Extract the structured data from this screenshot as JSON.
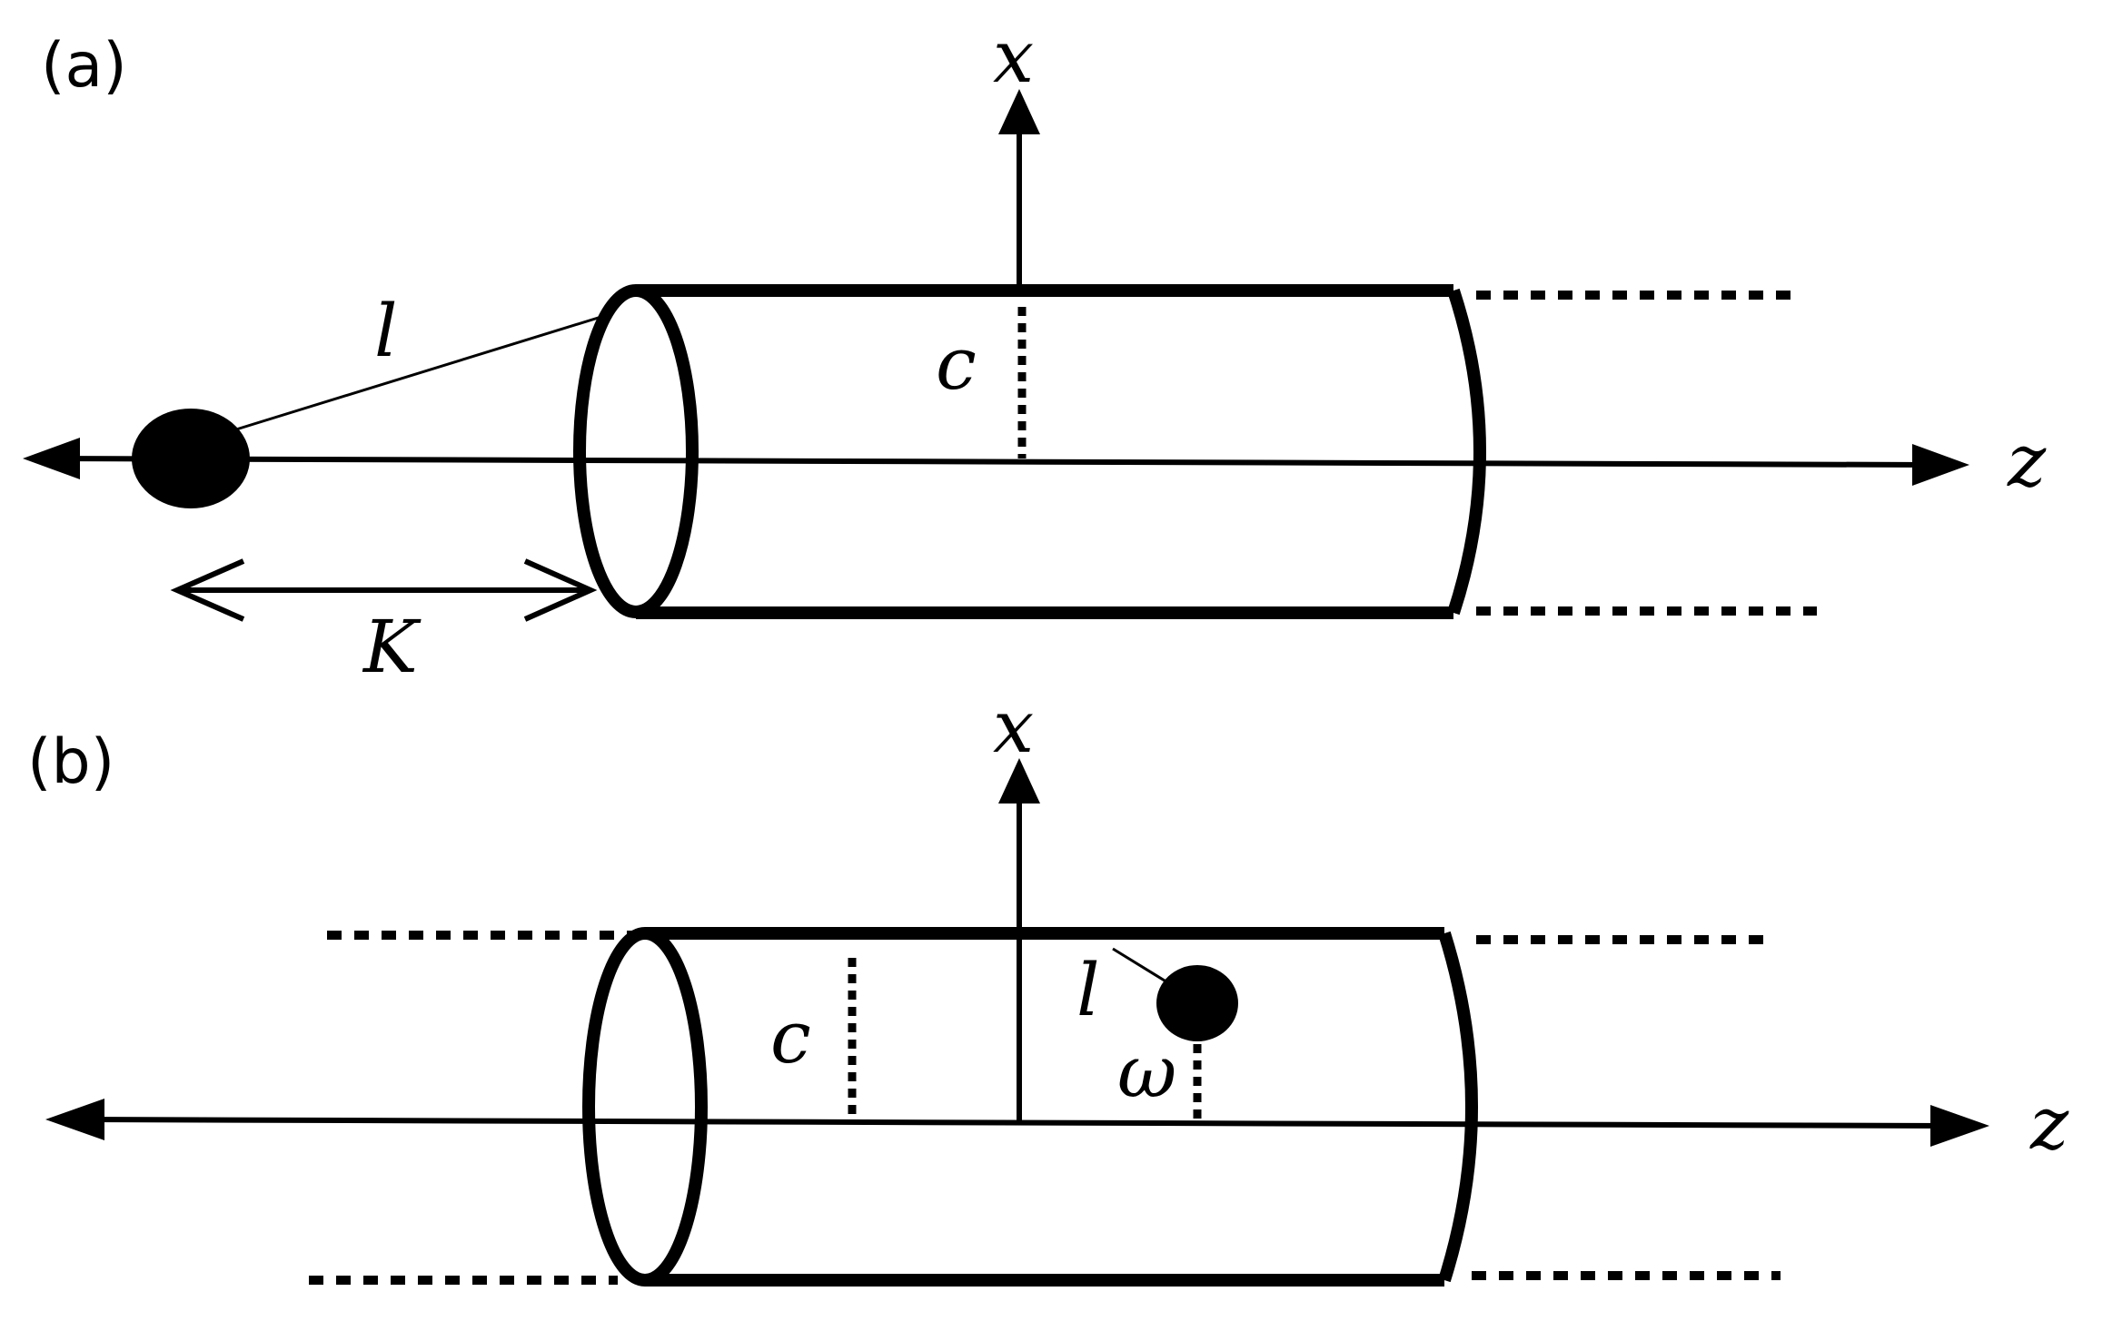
{
  "panel_a": {
    "label": "(a)",
    "x_axis_label": "x",
    "z_axis_label": "z",
    "length_label": "l",
    "radius_label": "c",
    "distance_label": "K"
  },
  "panel_b": {
    "label": "(b)",
    "x_axis_label": "x",
    "z_axis_label": "z",
    "length_label": "l",
    "radius_label": "c",
    "offset_label": "ω"
  }
}
